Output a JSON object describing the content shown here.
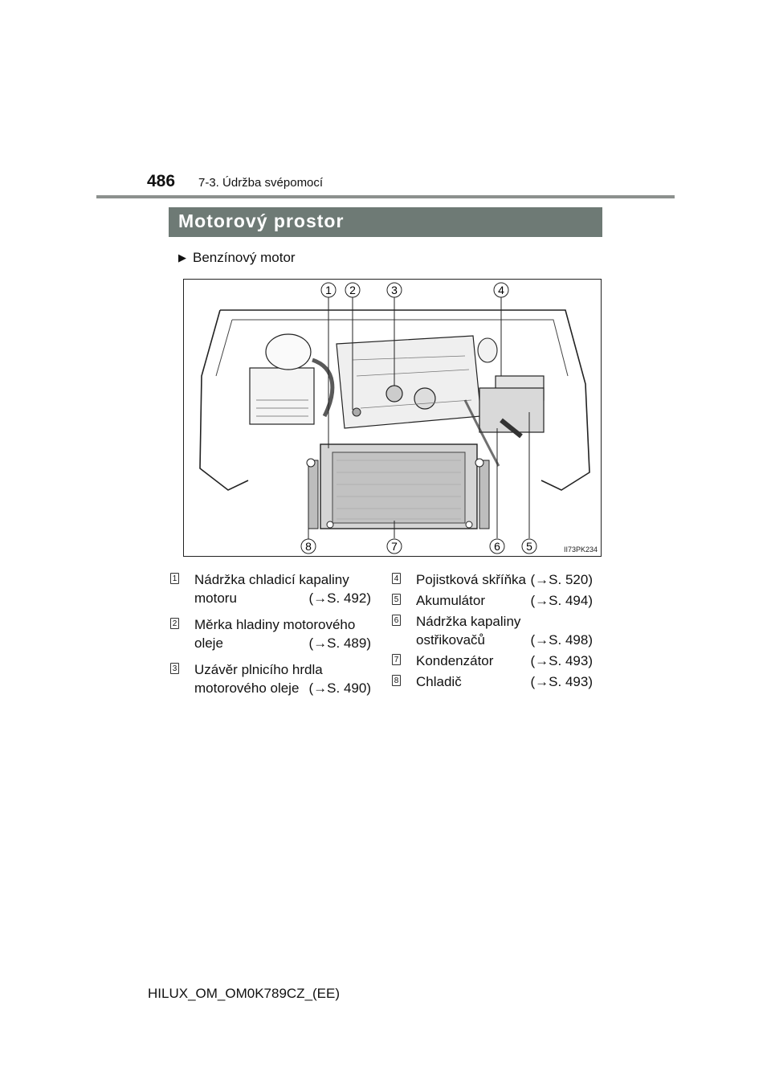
{
  "header": {
    "page_number": "486",
    "section": "7-3. Údržba svépomocí"
  },
  "title": "Motorový prostor",
  "subhead": {
    "arrow": "▶",
    "text": "Benzínový motor"
  },
  "figure": {
    "code": "II73PK234",
    "callouts_top": [
      "1",
      "2",
      "3",
      "4"
    ],
    "callouts_bottom": [
      "8",
      "7",
      "6",
      "5"
    ]
  },
  "legend_left": [
    {
      "num": "1",
      "lines": [
        "Nádržka chladicí kapaliny",
        "motoru"
      ],
      "ref": "(→S. 492)"
    },
    {
      "num": "2",
      "lines": [
        "Měrka hladiny motorového",
        "oleje"
      ],
      "ref": "(→S. 489)"
    },
    {
      "num": "3",
      "lines": [
        "Uzávěr plnicího hrdla",
        "motorového oleje"
      ],
      "ref": "(→S. 490)"
    }
  ],
  "legend_right": [
    {
      "num": "4",
      "lines": [
        "Pojistková skříňka"
      ],
      "ref": "(→S. 520)"
    },
    {
      "num": "5",
      "lines": [
        "Akumulátor"
      ],
      "ref": "(→S. 494)"
    },
    {
      "num": "6",
      "lines": [
        "Nádržka kapaliny",
        "ostřikovačů"
      ],
      "ref": "(→S. 498)"
    },
    {
      "num": "7",
      "lines": [
        "Kondenzátor"
      ],
      "ref": "(→S. 493)"
    },
    {
      "num": "8",
      "lines": [
        "Chladič"
      ],
      "ref": "(→S. 493)"
    }
  ],
  "footer": "HILUX_OM_OM0K789CZ_(EE)"
}
